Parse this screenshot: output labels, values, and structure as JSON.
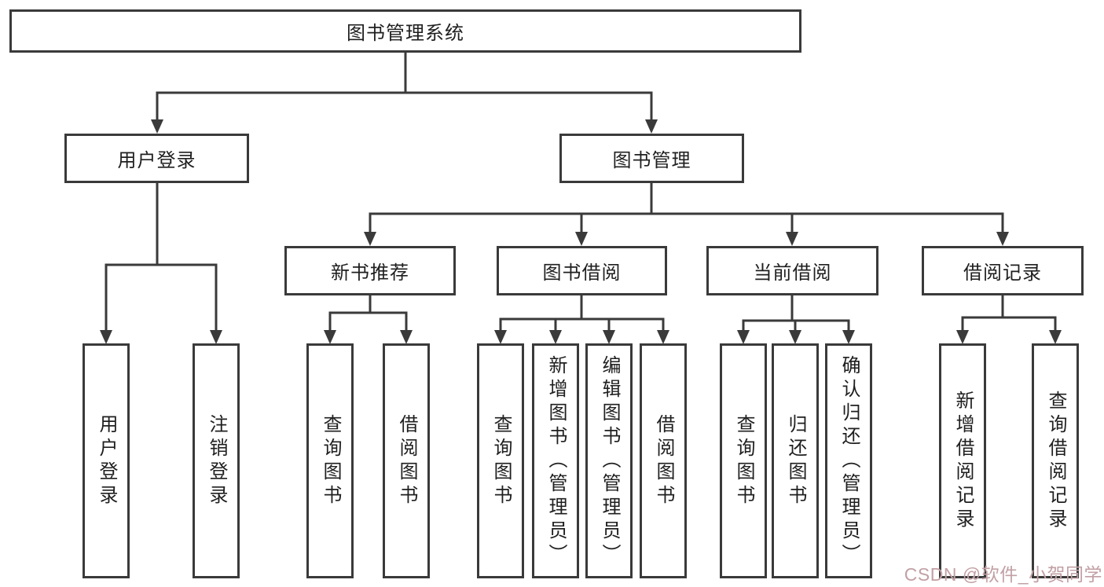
{
  "diagram_title": "图书管理系统",
  "colors": {
    "line": "#3a3a3a",
    "box_border": "#3a3a3a",
    "text": "#1f1f1f",
    "background": "#ffffff",
    "watermark": "#c2a0a5"
  },
  "tree": {
    "label": "图书管理系统",
    "children": [
      {
        "label": "用户登录",
        "children": [
          {
            "label": "用户登录"
          },
          {
            "label": "注销登录"
          }
        ]
      },
      {
        "label": "图书管理",
        "children": [
          {
            "label": "新书推荐",
            "children": [
              {
                "label": "查询图书"
              },
              {
                "label": "借阅图书"
              }
            ]
          },
          {
            "label": "图书借阅",
            "children": [
              {
                "label": "查询图书"
              },
              {
                "label": "新增图书（管理员）"
              },
              {
                "label": "编辑图书（管理员）"
              },
              {
                "label": "借阅图书"
              }
            ]
          },
          {
            "label": "当前借阅",
            "children": [
              {
                "label": "查询图书"
              },
              {
                "label": "归还图书"
              },
              {
                "label": "确认归还（管理员）"
              }
            ]
          },
          {
            "label": "借阅记录",
            "children": [
              {
                "label": "新增借阅记录"
              },
              {
                "label": "查询借阅记录"
              }
            ]
          }
        ]
      }
    ]
  },
  "watermark": {
    "text": "CSDN @软件_小贺同学"
  }
}
